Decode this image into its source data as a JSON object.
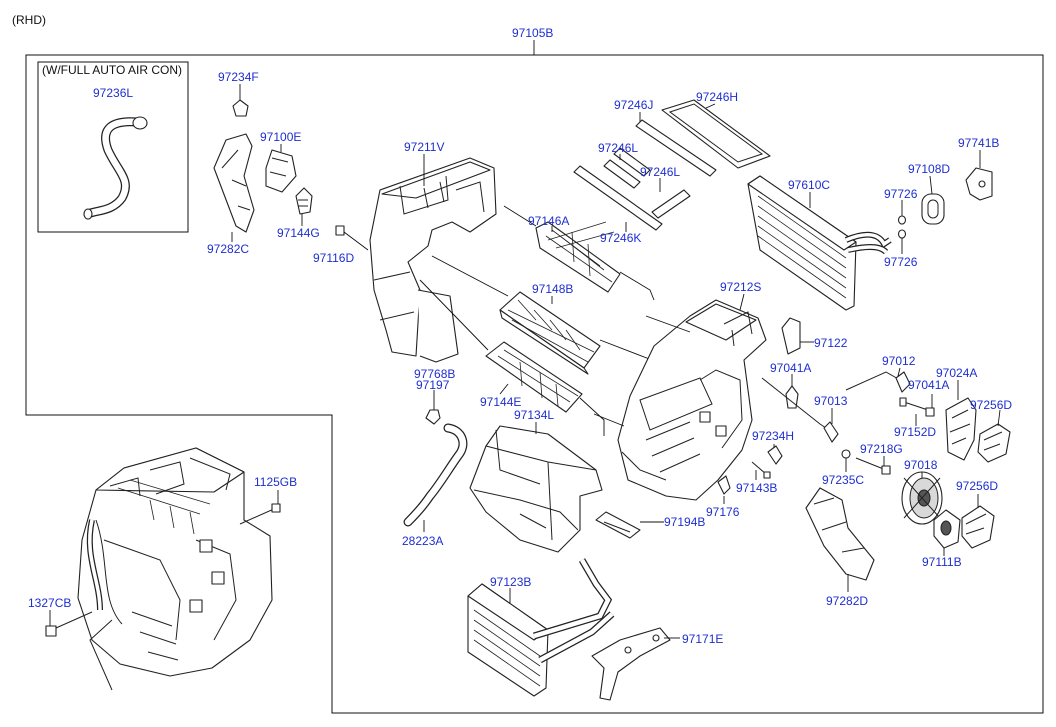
{
  "header": {
    "variant_note": "(RHD)"
  },
  "assembly": {
    "main_part": "97105B"
  },
  "inset": {
    "title": "(W/FULL AUTO AIR CON)",
    "part": "97236L"
  },
  "parts": {
    "p97234F": "97234F",
    "p97100E": "97100E",
    "p97282C": "97282C",
    "p97144G": "97144G",
    "p97116D": "97116D",
    "p97211V": "97211V",
    "p97246J": "97246J",
    "p97246H": "97246H",
    "p97246L_a": "97246L",
    "p97246L_b": "97246L",
    "p97246K": "97246K",
    "p97146A": "97146A",
    "p97148B": "97148B",
    "p97610C": "97610C",
    "p97741B": "97741B",
    "p97108D": "97108D",
    "p97726_a": "97726",
    "p97726_b": "97726",
    "p97212S": "97212S",
    "p97122": "97122",
    "p97768B": "97768B",
    "p97197": "97197",
    "p97144E": "97144E",
    "p97134L": "97134L",
    "p97041A_a": "97041A",
    "p97012": "97012",
    "p97041A_b": "97041A",
    "p97024A": "97024A",
    "p97013": "97013",
    "p97152D": "97152D",
    "p97256D_a": "97256D",
    "p97234H": "97234H",
    "p97218G": "97218G",
    "p97018": "97018",
    "p97143B": "97143B",
    "p97235C": "97235C",
    "p97256D_b": "97256D",
    "p97176": "97176",
    "p97194B": "97194B",
    "p28223A": "28223A",
    "p97111B": "97111B",
    "p1125GB": "1125GB",
    "p1327CB": "1327CB",
    "p97123B": "97123B",
    "p97282D": "97282D",
    "p97171E": "97171E"
  }
}
